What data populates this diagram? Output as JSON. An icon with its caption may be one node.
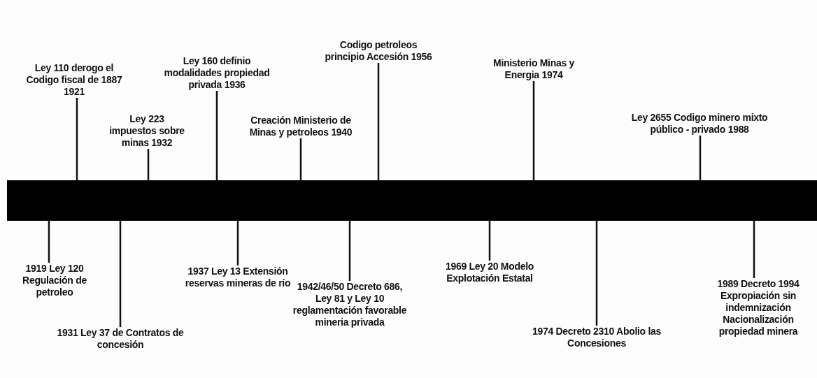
{
  "diagram": {
    "nodes": [
      {
        "text": [],
        "shape": "bar"
      },
      {
        "text": [
          "1919 Ley 120 Regulación de petroleo"
        ]
      },
      {
        "text": [
          "Ley 110 derogo el Codigo fiscal de 1887 1921"
        ]
      },
      {
        "text": [
          "1931 Ley 37 de Contratos de concesión"
        ]
      },
      {
        "text": [
          "Ley 223 impuestos sobre minas 1932"
        ]
      },
      {
        "text": [
          "Ley 160 definio modalidades propiedad privada 1936"
        ]
      },
      {
        "text": [
          "1937 Ley 13 Extensión reservas mineras de río"
        ]
      },
      {
        "text": [
          "Creación Ministerio de Minas y petroleos 1940"
        ]
      },
      {
        "text": [
          "1942/46/50 Decreto 686, Ley 81 y Ley 10 reglamentación favorable mineria privada"
        ]
      },
      {
        "text": [
          "Codigo petroleos principio Accesión 1956"
        ]
      },
      {
        "text": [
          "1969 Ley 20 Modelo Explotación Estatal"
        ]
      },
      {
        "text": [
          "Ministerio Minas y Energia 1974"
        ]
      },
      {
        "text": [
          "1974 Decreto 2310 Abolio las Concesiones"
        ]
      },
      {
        "text": [
          "Ley 2655 Codigo minero mixto público - privado 1988"
        ]
      },
      {
        "text": [
          "1989 Decreto 1994 Expropiación sin indemnización Nacionalización propiedad minera"
        ]
      }
    ],
    "edges": [
      {
        "from": 1,
        "to": 0,
        "arrow": "none"
      },
      {
        "from": 2,
        "to": 0,
        "arrow": "none"
      },
      {
        "from": 3,
        "to": 0,
        "arrow": "none"
      },
      {
        "from": 4,
        "to": 0,
        "arrow": "none"
      },
      {
        "from": 5,
        "to": 0,
        "arrow": "none"
      },
      {
        "from": 6,
        "to": 0,
        "arrow": "none"
      },
      {
        "from": 7,
        "to": 0,
        "arrow": "none"
      },
      {
        "from": 8,
        "to": 0,
        "arrow": "none"
      },
      {
        "from": 9,
        "to": 0,
        "arrow": "none"
      },
      {
        "from": 10,
        "to": 0,
        "arrow": "none"
      },
      {
        "from": 11,
        "to": 0,
        "arrow": "none"
      },
      {
        "from": 12,
        "to": 0,
        "arrow": "none"
      },
      {
        "from": 13,
        "to": 0,
        "arrow": "none"
      },
      {
        "from": 14,
        "to": 0,
        "arrow": "none"
      }
    ]
  }
}
